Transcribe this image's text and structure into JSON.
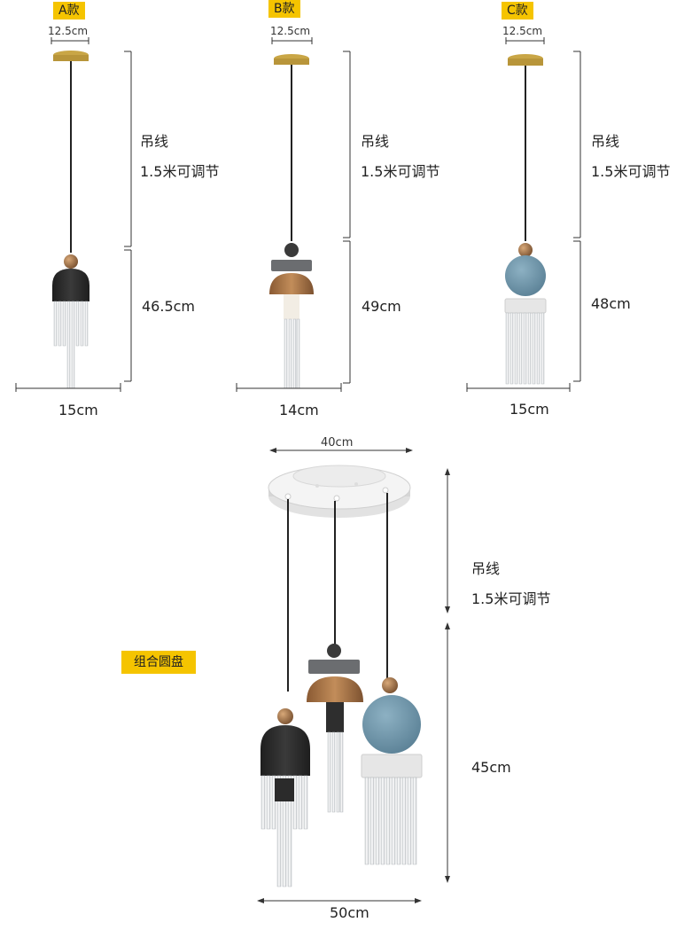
{
  "models": [
    {
      "tag": "A款",
      "top_width": "12.5cm",
      "cable_title": "吊线",
      "cable_adjust": "1.5米可调节",
      "height": "46.5cm",
      "width": "15cm"
    },
    {
      "tag": "B款",
      "top_width": "12.5cm",
      "cable_title": "吊线",
      "cable_adjust": "1.5米可调节",
      "height": "49cm",
      "width": "14cm"
    },
    {
      "tag": "C款",
      "top_width": "12.5cm",
      "cable_title": "吊线",
      "cable_adjust": "1.5米可调节",
      "height": "48cm",
      "width": "15cm"
    }
  ],
  "combo": {
    "tag": "组合圆盘",
    "plate_width": "40cm",
    "cable_title": "吊线",
    "cable_adjust": "1.5米可调节",
    "height": "45cm",
    "width": "50cm"
  },
  "colors": {
    "tag_bg": "#f5c400",
    "black_shade": "#2a2a2a",
    "gray_disc": "#6b6d70",
    "copper": "#b07a4a",
    "blue_ball": "#6e94a8",
    "white_ring": "#e6e6e6",
    "gold_canopy": "#c9a646"
  }
}
